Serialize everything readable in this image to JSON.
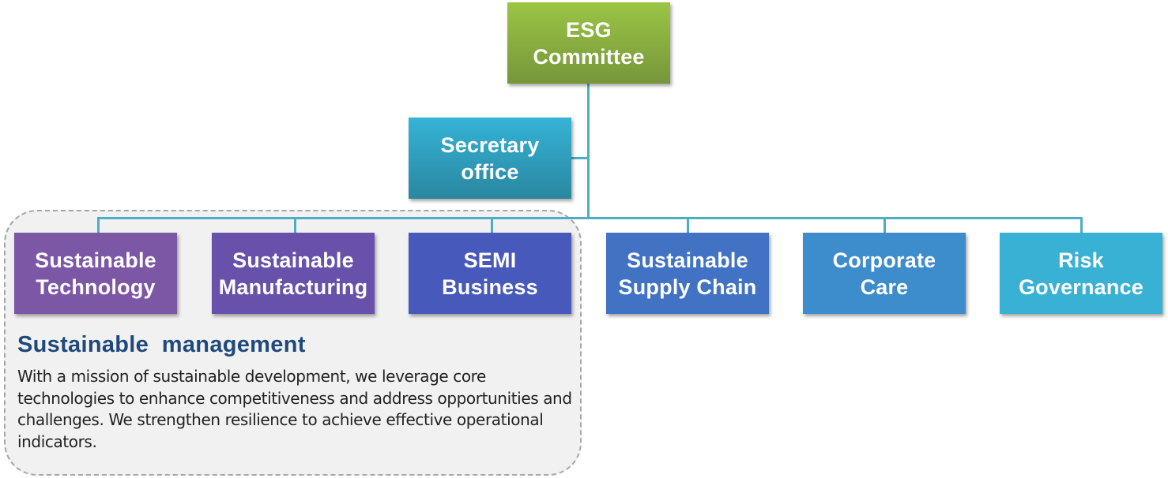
{
  "diagram": {
    "top_node": {
      "label": "ESG\nCommittee",
      "color": "#8db443"
    },
    "secretary_node": {
      "label": "Secretary\noffice",
      "color": "#31a0c0"
    },
    "committees": [
      {
        "label": "Sustainable\nTechnology",
        "color": "#7b57a5"
      },
      {
        "label": "Sustainable\nManufacturing",
        "color": "#6851ab"
      },
      {
        "label": "SEMI\nBusiness",
        "color": "#4759bb"
      },
      {
        "label": "Sustainable\nSupply Chain",
        "color": "#4172c4"
      },
      {
        "label": "Corporate\nCare",
        "color": "#3d8ccb"
      },
      {
        "label": "Risk\nGovernance",
        "color": "#38b1d5"
      }
    ],
    "connector_color": "#4aaec6",
    "management_group": {
      "title": "Sustainable  management",
      "description": "With a mission of sustainable development, we leverage core technologies to enhance competitiveness and address opportunities and challenges. We strengthen resilience to achieve effective operational indicators."
    }
  }
}
